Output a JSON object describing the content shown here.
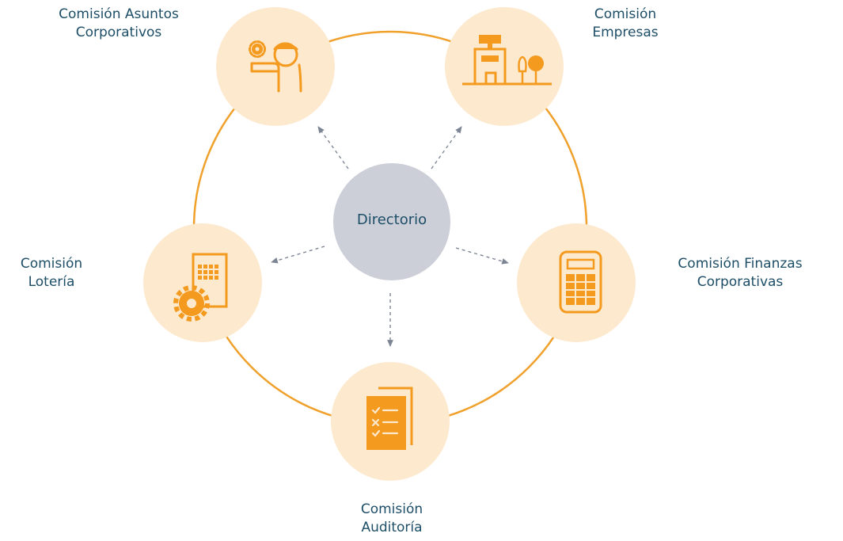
{
  "colors": {
    "ring": "#f0a12c",
    "node_fill": "#fde9cd",
    "icon": "#f39a1f",
    "center_fill": "#ccced8",
    "text": "#1d4e67",
    "arrow": "#7d8594"
  },
  "center": {
    "label": "Directorio"
  },
  "nodes": [
    {
      "id": "corporativos",
      "icon": "person-gear-icon",
      "label_lines": [
        "Comisión Asuntos",
        "Corporativos"
      ]
    },
    {
      "id": "empresas",
      "icon": "building-tree-icon",
      "label_lines": [
        "Comisión",
        "Empresas"
      ]
    },
    {
      "id": "finanzas",
      "icon": "calculator-icon",
      "label_lines": [
        "Comisión Finanzas",
        "Corporativas"
      ]
    },
    {
      "id": "auditoria",
      "icon": "checklist-document-icon",
      "label_lines": [
        "Comisión",
        "Auditoría"
      ]
    },
    {
      "id": "loteria",
      "icon": "keypad-gear-icon",
      "label_lines": [
        "Comisión",
        "Lotería"
      ]
    }
  ]
}
